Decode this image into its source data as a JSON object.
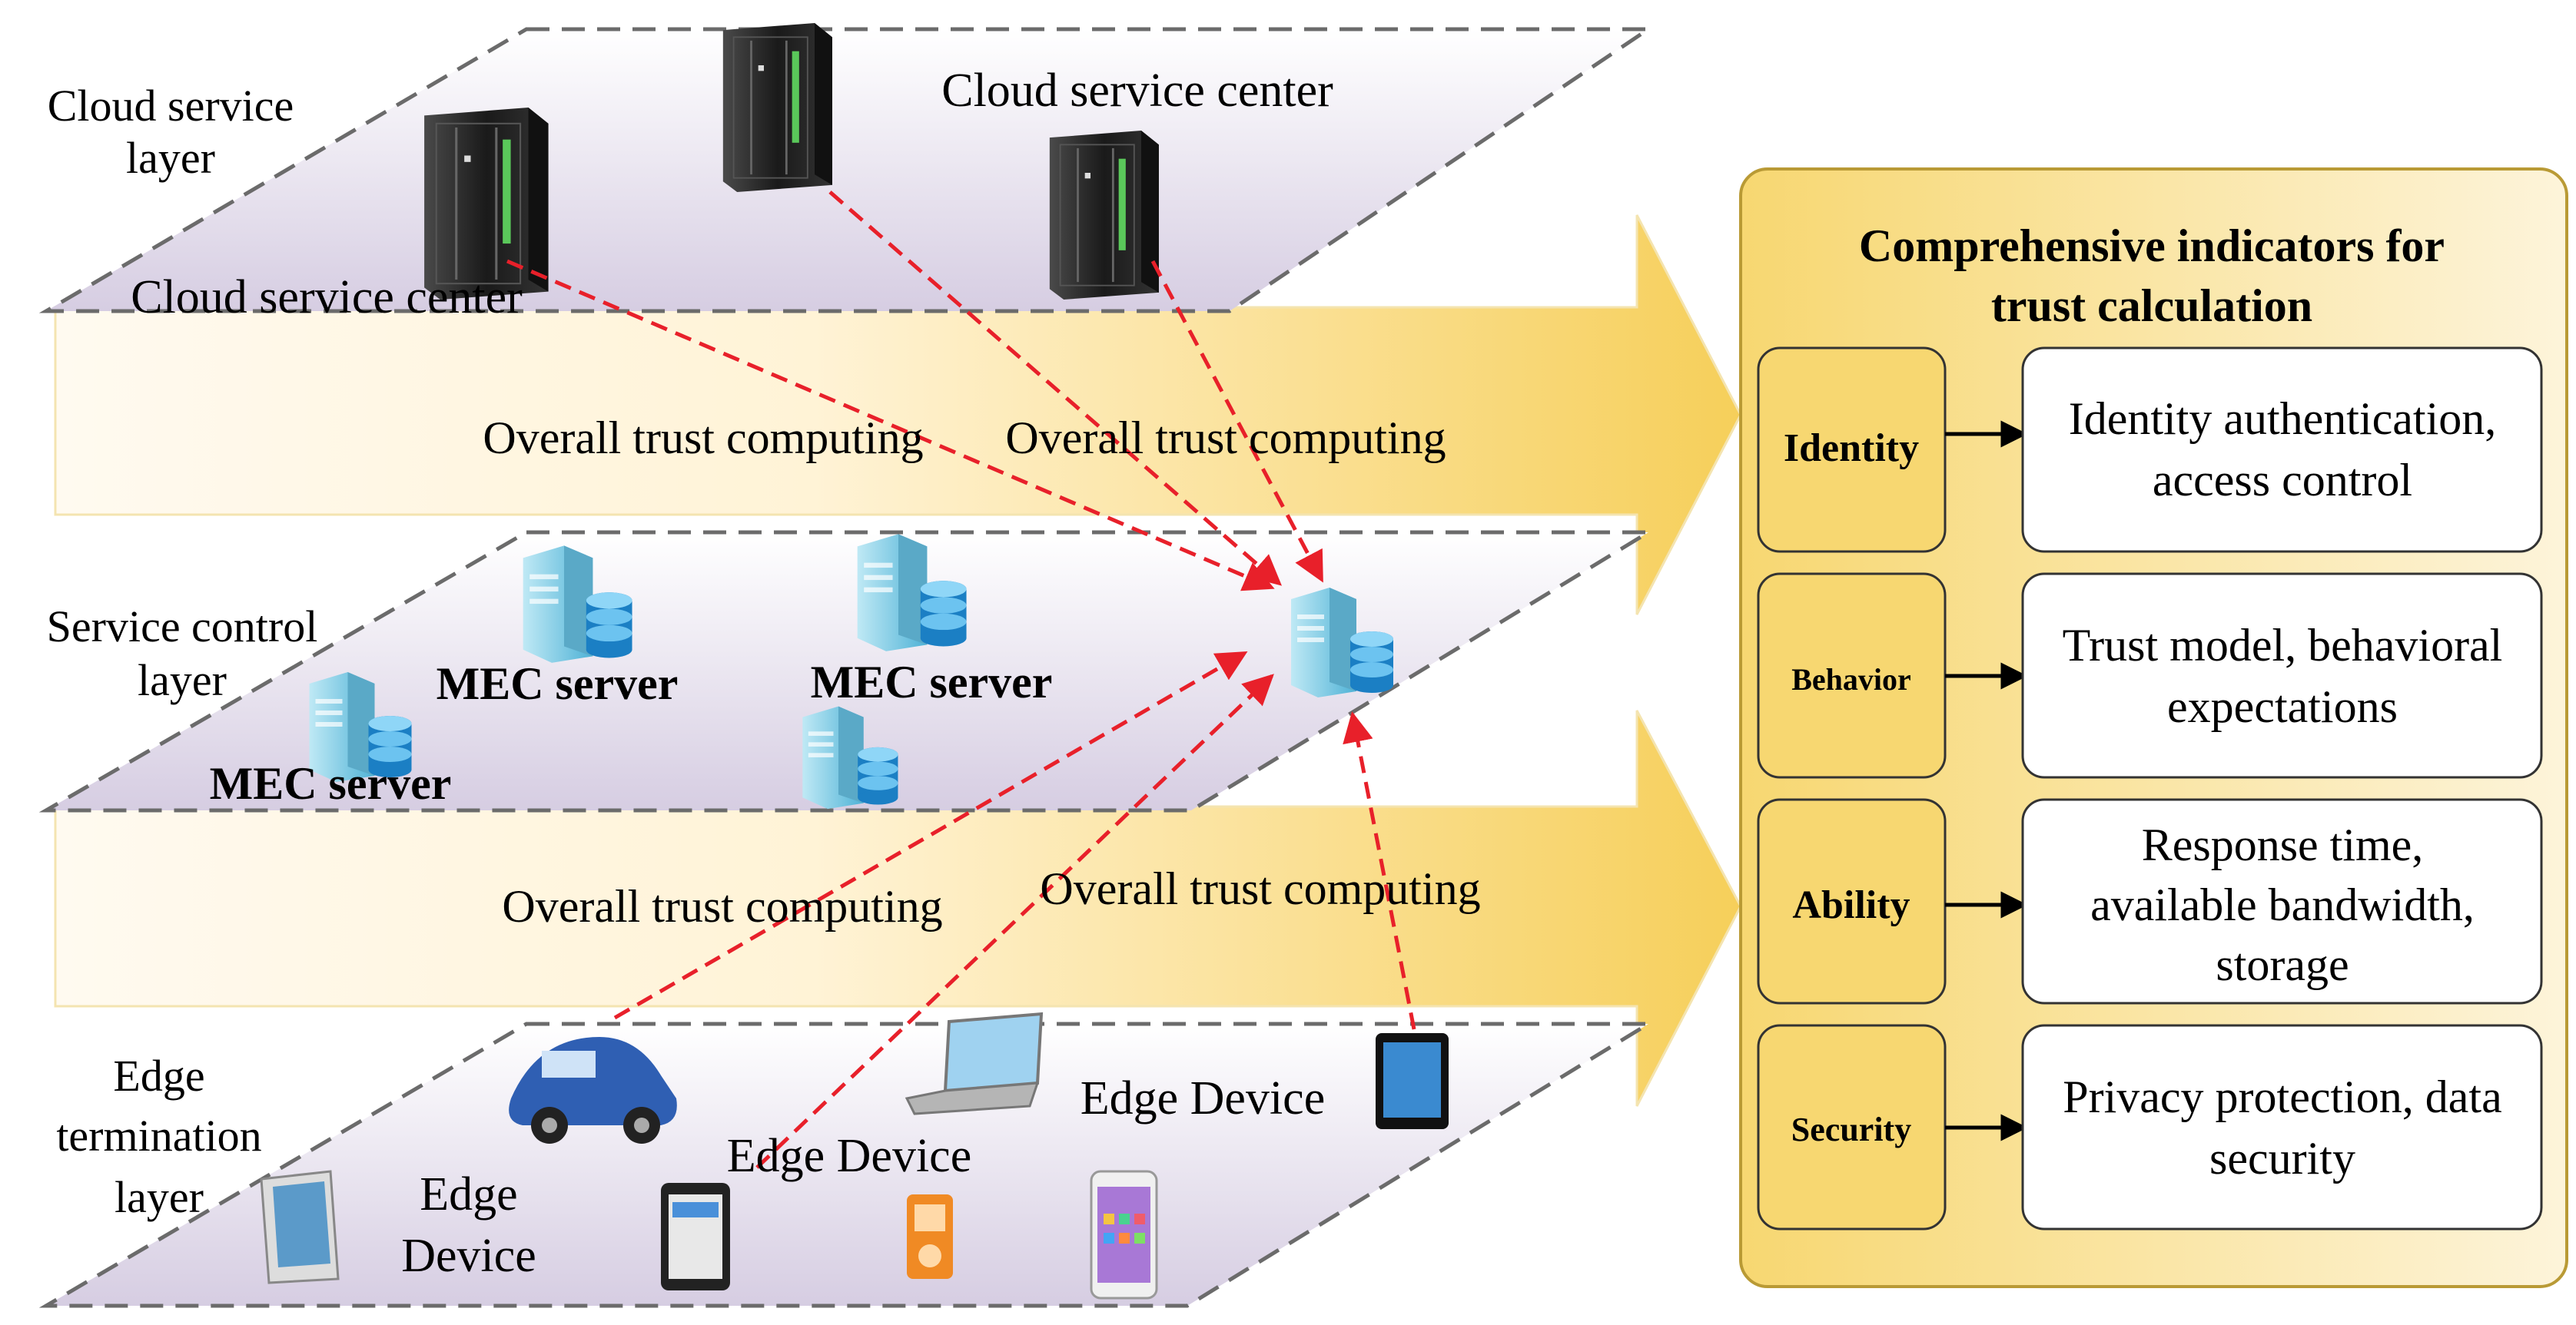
{
  "layers": {
    "cloud": {
      "label_line1": "Cloud service",
      "label_line2": "layer",
      "center_top": "Cloud service center",
      "center_bottom": "Cloud service center"
    },
    "service": {
      "label_line1": "Service control",
      "label_line2": "layer",
      "mec_1": "MEC server",
      "mec_2": "MEC server",
      "mec_3": "MEC server"
    },
    "edge": {
      "label_line1": "Edge",
      "label_line2": "termination",
      "label_line3": "layer",
      "device_a_line1": "Edge",
      "device_a_line2": "Device",
      "device_b": "Edge Device",
      "device_c": "Edge Device"
    }
  },
  "trust_labels": {
    "upper_left": "Overall trust computing",
    "upper_right": "Overall trust computing",
    "lower_left": "Overall trust computing",
    "lower_right": "Overall trust computing"
  },
  "indicators": {
    "title_line1": "Comprehensive indicators for",
    "title_line2": "trust calculation",
    "rows": [
      {
        "category": "Identity",
        "line1": "Identity authentication,",
        "line2": "access control"
      },
      {
        "category": "Behavior",
        "line1": "Trust model, behavioral",
        "line2": "expectations"
      },
      {
        "category": "Ability",
        "line1": "Response time,",
        "line2": "available bandwidth,",
        "line3": "storage"
      },
      {
        "category": "Security",
        "line1": "Privacy protection, data",
        "line2": "security"
      }
    ]
  },
  "colors": {
    "arrow_band": "#f7d46e",
    "layer_fill": "#d8cfe3",
    "panel_fill": "#f6d66f",
    "trust_arrow": "#e8202a",
    "server_body": "#2a2a2a",
    "server_led": "#5ac85a",
    "mec_body": "#6ec6e0",
    "mec_db": "#1b7fc4"
  },
  "icons": [
    "rack-server-icon",
    "mec-server-icon",
    "database-icon",
    "car-icon",
    "laptop-icon",
    "tablet-icon",
    "smartphone-icon",
    "media-player-icon"
  ]
}
